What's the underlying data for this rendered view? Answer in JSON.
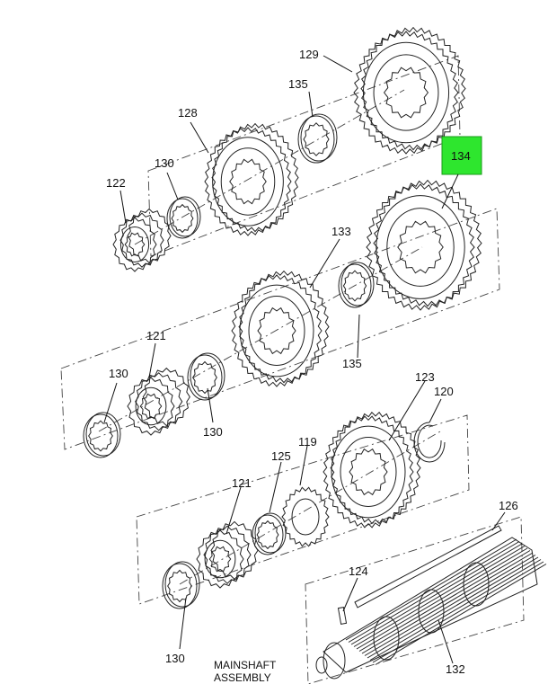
{
  "title": "MAINSHAFT ASSEMBLY",
  "caption_lines": [
    "MAINSHAFT",
    "ASSEMBLY"
  ],
  "highlight_color": "#2ee62e",
  "highlighted_part": "134",
  "callouts": {
    "p129": "129",
    "p135a": "135",
    "p128": "128",
    "p130a": "130",
    "p122": "122",
    "p134": "134",
    "p133": "133",
    "p121a": "121",
    "p130b": "130",
    "p135b": "135",
    "p130c": "130",
    "p123": "123",
    "p120": "120",
    "p119": "119",
    "p125": "125",
    "p121b": "121",
    "p126": "126",
    "p124": "124",
    "p130d": "130",
    "p132": "132"
  }
}
